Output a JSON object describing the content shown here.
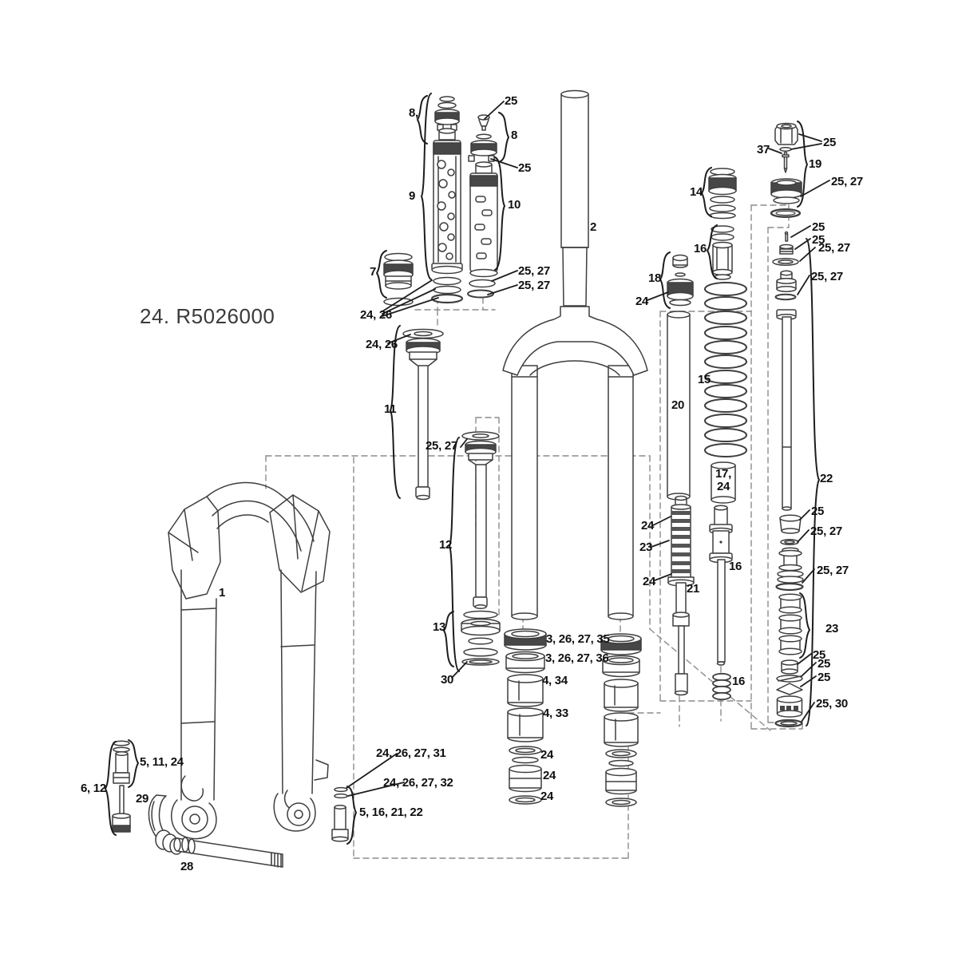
{
  "title": "24. R5026000",
  "callouts": {
    "c8a": "8,",
    "c25a": "25",
    "c8b": "8",
    "c25b": "25",
    "c9": "9",
    "c10": "10",
    "c7": "7",
    "c2527a": "25, 27",
    "c2527b": "25, 27",
    "c2426a": "24, 26",
    "c2426b": "24, 26",
    "c11": "11",
    "c2527c": "25, 27",
    "c2": "2",
    "c12": "12",
    "c13": "13",
    "c30": "30",
    "c3262735": "3, 26, 27, 35",
    "c3262736": "3, 26, 27, 36",
    "c434": "4, 34",
    "c433": "4, 33",
    "c24a": "24",
    "c24b": "24",
    "c24c": "24",
    "c24262731": "24, 26, 27, 31",
    "c24262732": "24, 26, 27, 32",
    "c5162122": "5, 16, 21, 22",
    "c51124": "5, 11, 24",
    "c612": "6, 12",
    "c29": "29",
    "c28": "28",
    "c1": "1",
    "c18": "18",
    "c24d": "24",
    "c16a": "16",
    "c14": "14",
    "c20": "20",
    "c15": "15",
    "c1724": "17, 24",
    "c24e": "24",
    "c23a": "23",
    "c24f": "24",
    "c21": "21",
    "c16b": "16",
    "c16c": "16",
    "c37": "37",
    "c25c": "25",
    "c19": "19",
    "c2527d": "25, 27",
    "c25d": "25",
    "c25e": "25",
    "c2527e": "25, 27",
    "c2527f": "25, 27",
    "c22": "22",
    "c25f": "25",
    "c2527g": "25, 27",
    "c2527h": "25, 27",
    "c23b": "23",
    "c25g": "25",
    "c25h": "25",
    "c25i": "25",
    "c2530": "25, 30"
  },
  "colors": {
    "line": "#3e3e3e",
    "label": "#101010",
    "dark_band": "#474747",
    "dash_line": "#8c8c8c",
    "background": "#ffffff"
  }
}
